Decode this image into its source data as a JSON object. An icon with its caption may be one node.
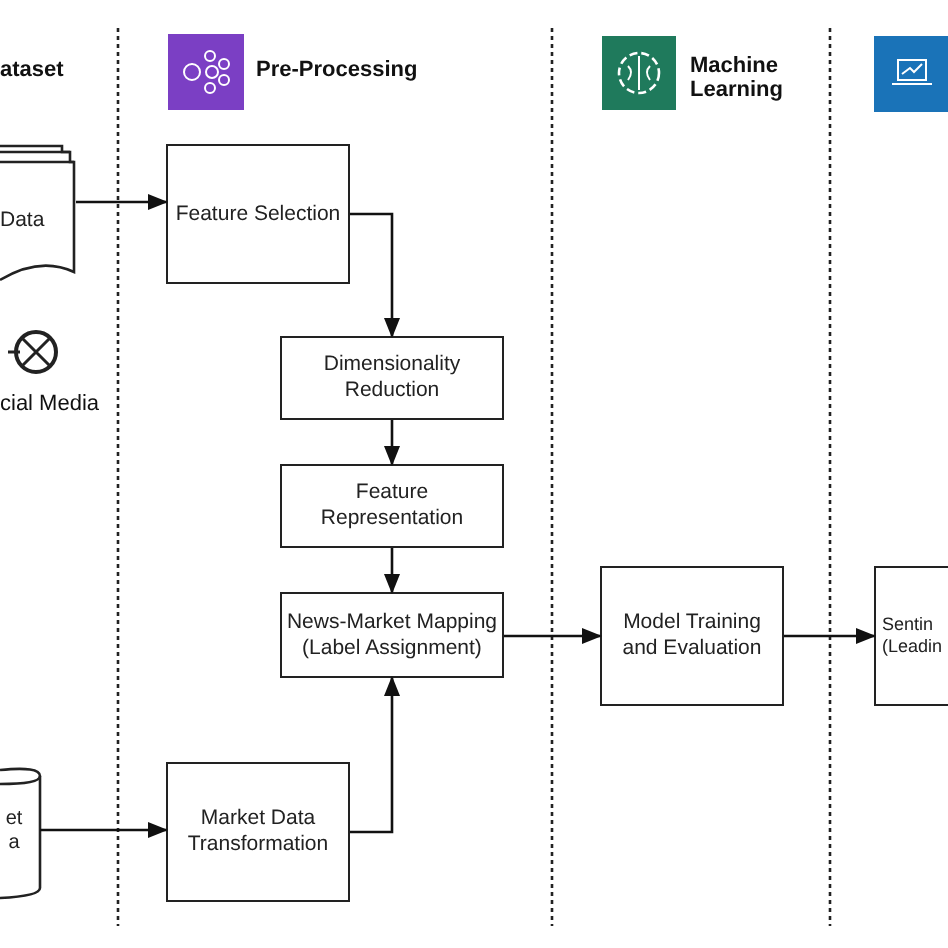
{
  "diagram": {
    "nodes": [
      {
        "text": [
          "Data"
        ]
      },
      {
        "text": [
          "Feature Selection"
        ]
      },
      {
        "text": [
          "Dimensionality Reduction"
        ]
      },
      {
        "text": [
          "Feature Representation"
        ]
      },
      {
        "text": [
          "News-Market Mapping (Label Assignment)"
        ]
      },
      {
        "text": [
          "et a"
        ]
      },
      {
        "text": [
          "Market Data Transformation"
        ]
      },
      {
        "text": [
          "Model Training and Evaluation"
        ]
      },
      {
        "text": [
          "Sentin (Leadin"
        ]
      }
    ],
    "edges": [
      {
        "from": 0,
        "to": 1,
        "arrow": "to"
      },
      {
        "from": 1,
        "to": 2,
        "arrow": "to"
      },
      {
        "from": 2,
        "to": 3,
        "arrow": "to"
      },
      {
        "from": 3,
        "to": 4,
        "arrow": "to"
      },
      {
        "from": 6,
        "to": 4,
        "arrow": "to"
      },
      {
        "from": 5,
        "to": 6,
        "arrow": "to"
      },
      {
        "from": 4,
        "to": 7,
        "arrow": "to"
      },
      {
        "from": 7,
        "to": 8,
        "arrow": "to"
      }
    ],
    "labels": [
      "ataset",
      "Pre-Processing",
      "Machine Learning",
      "cial Media"
    ]
  }
}
